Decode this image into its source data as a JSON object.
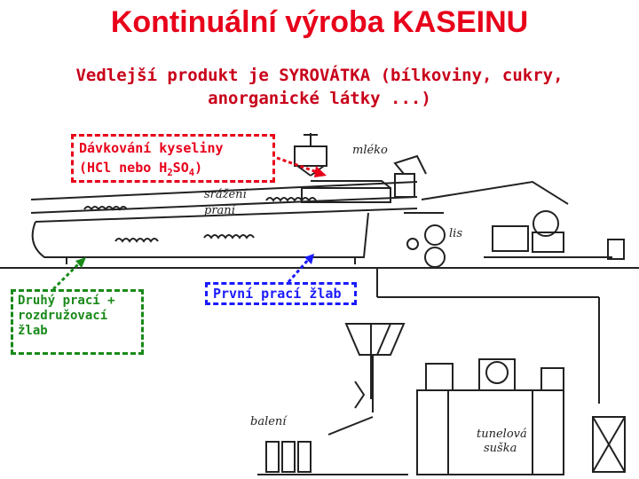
{
  "title": "Kontinuální výroba KASEINU",
  "subtitle": "Vedlejší produkt je SYROVÁTKA (bílkoviny, cukry, anorganické látky ...)",
  "callouts": {
    "acid_line1": "Dávkování kyseliny",
    "acid_line2_prefix": "(HCl nebo H",
    "acid_sub1": "2",
    "acid_mid": "SO",
    "acid_sub2": "4",
    "acid_suffix": ")",
    "first_trough": "První prací žlab",
    "second_trough": "Druhý prací + rozdružovací žlab"
  },
  "handwritten": {
    "milk": "mléko",
    "coagulation": "srážení",
    "washing": "praní",
    "press": "lis",
    "packing": "balení",
    "tunnel_dryer_1": "tunelová",
    "tunnel_dryer_2": "suška"
  },
  "colors": {
    "title": "#e8001a",
    "acid_callout": "#e8001a",
    "first_trough_callout": "#1a1aff",
    "second_trough_callout": "#1a8a1a",
    "drawing": "#222222"
  }
}
